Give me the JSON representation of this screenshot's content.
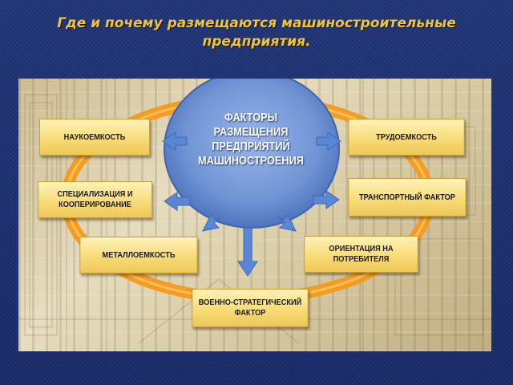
{
  "title": "Где и почему размещаются машиностроительные предприятия.",
  "diagram": {
    "center": "ФАКТОРЫ РАЗМЕЩЕНИЯ ПРЕДПРИЯТИЙ МАШИНОСТРОЕНИЯ",
    "factors": {
      "science": "НАУКОЕМКОСТЬ",
      "labor": "ТРУДОЕМКОСТЬ",
      "specialization": "СПЕЦИАЛИЗАЦИЯ И КООПЕРИРОВАНИЕ",
      "transport": "ТРАНСПОРТНЫЙ ФАКТОР",
      "metal": "МЕТАЛЛОЕМКОСТЬ",
      "consumer": "ОРИЕНТАЦИЯ НА ПОТРЕБИТЕЛЯ",
      "military": "ВОЕННО-СТРАТЕГИЧЕСКИЙ ФАКТОР"
    }
  },
  "colors": {
    "background": "#1b2e6e",
    "title": "#f2c433",
    "ring": "#f39a1e",
    "center_fill": "#6f93d4",
    "arrow": "#5a86d6",
    "box_fill": "#f8dc78"
  }
}
